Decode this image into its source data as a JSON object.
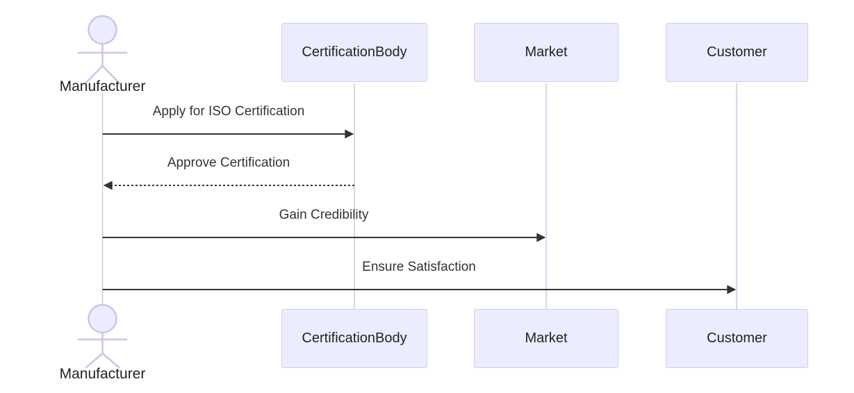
{
  "diagram": {
    "type": "sequence-diagram",
    "actors": {
      "manufacturer": {
        "label": "Manufacturer",
        "kind": "stick-figure-actor"
      }
    },
    "participants": [
      {
        "label": "CertificationBody"
      },
      {
        "label": "Market"
      },
      {
        "label": "Customer"
      }
    ],
    "messages": [
      {
        "label": "Apply for ISO Certification",
        "from": "Manufacturer",
        "to": "CertificationBody",
        "line": "solid",
        "arrow": "filled"
      },
      {
        "label": "Approve Certification",
        "from": "CertificationBody",
        "to": "Manufacturer",
        "line": "dashed",
        "arrow": "filled"
      },
      {
        "label": "Gain Credibility",
        "from": "Manufacturer",
        "to": "Market",
        "line": "solid",
        "arrow": "filled"
      },
      {
        "label": "Ensure Satisfaction",
        "from": "Manufacturer",
        "to": "Customer",
        "line": "solid",
        "arrow": "filled"
      }
    ],
    "colors": {
      "background": "#FFFFFF",
      "participant_fill": "#ECECFF",
      "participant_border": "#CFCCEC",
      "actor_line": "#CDC4EA",
      "lifeline": "#CCC9E6",
      "signal": "#333333",
      "text": "#222222",
      "message_text": "#333333"
    }
  }
}
